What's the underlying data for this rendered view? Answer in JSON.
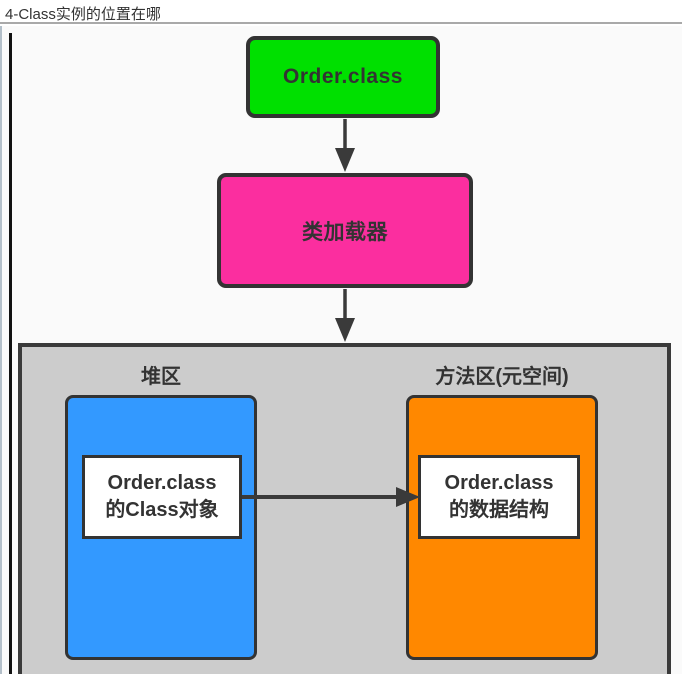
{
  "page": {
    "title": "4-Class实例的位置在哪"
  },
  "colors": {
    "green": "#00e000",
    "pink": "#fb2e9f",
    "blue": "#3399ff",
    "orange": "#ff8800",
    "container_gray": "#cccccc",
    "border_dark": "#333333",
    "arrow": "#3a3a3a"
  },
  "diagram": {
    "order_class_node": {
      "label": "Order.class"
    },
    "class_loader_node": {
      "label": "类加载器"
    },
    "memory_container": {
      "heap": {
        "label": "堆区",
        "inner": {
          "line1": "Order.class",
          "line2": "的Class对象"
        }
      },
      "method_area": {
        "label": "方法区(元空间)",
        "inner": {
          "line1": "Order.class",
          "line2": "的数据结构"
        }
      }
    },
    "icons": [
      "arrow-down-icon",
      "arrow-down-icon",
      "arrow-right-icon"
    ]
  }
}
